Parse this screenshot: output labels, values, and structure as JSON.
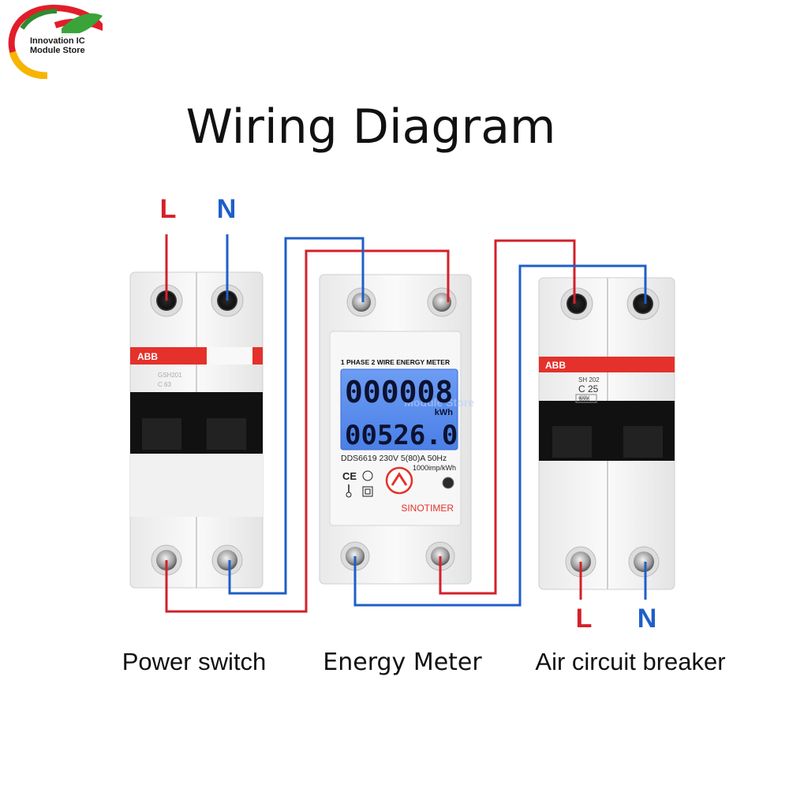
{
  "logo": {
    "line1": "Innovation IC",
    "line2": "Module Store"
  },
  "title": "Wiring Diagram",
  "input_labels": {
    "line": "L",
    "neutral": "N"
  },
  "output_labels": {
    "line": "L",
    "neutral": "N"
  },
  "captions": {
    "left": "Power switch",
    "center": "Energy Meter",
    "right": "Air circuit breaker"
  },
  "power_switch": {
    "brand": "ABB",
    "model": "GSH201",
    "rating": "C 63"
  },
  "breaker": {
    "brand": "ABB",
    "model": "SH 202",
    "rating": "C 25",
    "voltage": "400V",
    "code": "6000"
  },
  "meter": {
    "header": "1 PHASE 2 WIRE ENERGY METER",
    "reading_top": "000008",
    "reading_bottom": "00526.0",
    "unit": "kWh",
    "spec_line": "DDS6619 230V  5(80)A  50Hz",
    "imp_line": "1000imp/kWh",
    "brand": "SINOTIMER",
    "watermark": "Module Store"
  },
  "colors": {
    "line_wire": "#d4202a",
    "neutral_wire": "#1f5fc8",
    "lcd": "#5a8ef0",
    "abb_red": "#e4312b"
  }
}
